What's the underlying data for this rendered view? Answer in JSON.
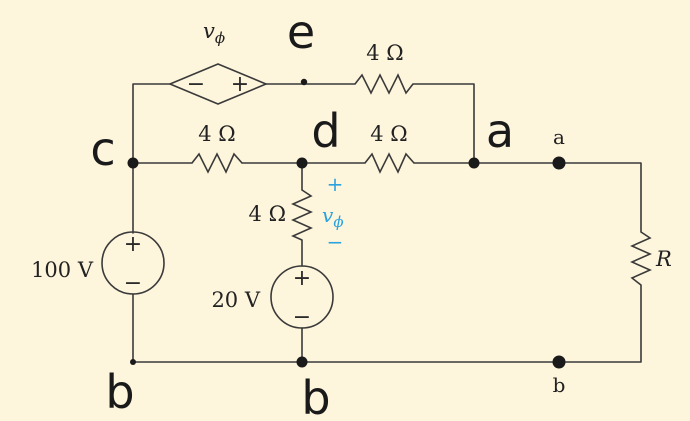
{
  "colors": {
    "background": "#fdf5dc",
    "wire": "#3a3a3a",
    "controlled_label": "#29a3e0"
  },
  "labels": {
    "dep_source_voltage": "v",
    "dep_source_subscript": "ϕ",
    "dep_source_minus": "−",
    "dep_source_plus": "+",
    "r_top_ed": "4 Ω",
    "r_cd": "4 Ω",
    "r_da": "4 Ω",
    "r_vertical": "4 Ω",
    "r_load": "R",
    "source_100v": "100 V",
    "source_20v": "20 V",
    "src100_plus": "+",
    "src100_minus": "−",
    "src20_plus": "+",
    "src20_minus": "−",
    "vphi_plus": "+",
    "vphi_var": "v",
    "vphi_sub": "ϕ",
    "vphi_minus": "−",
    "terminal_a": "a",
    "terminal_b": "b"
  },
  "handwritten": {
    "node_e": "e",
    "node_c": "c",
    "node_d": "d",
    "node_a": "a",
    "node_b_left": "b",
    "node_b_mid": "b"
  }
}
